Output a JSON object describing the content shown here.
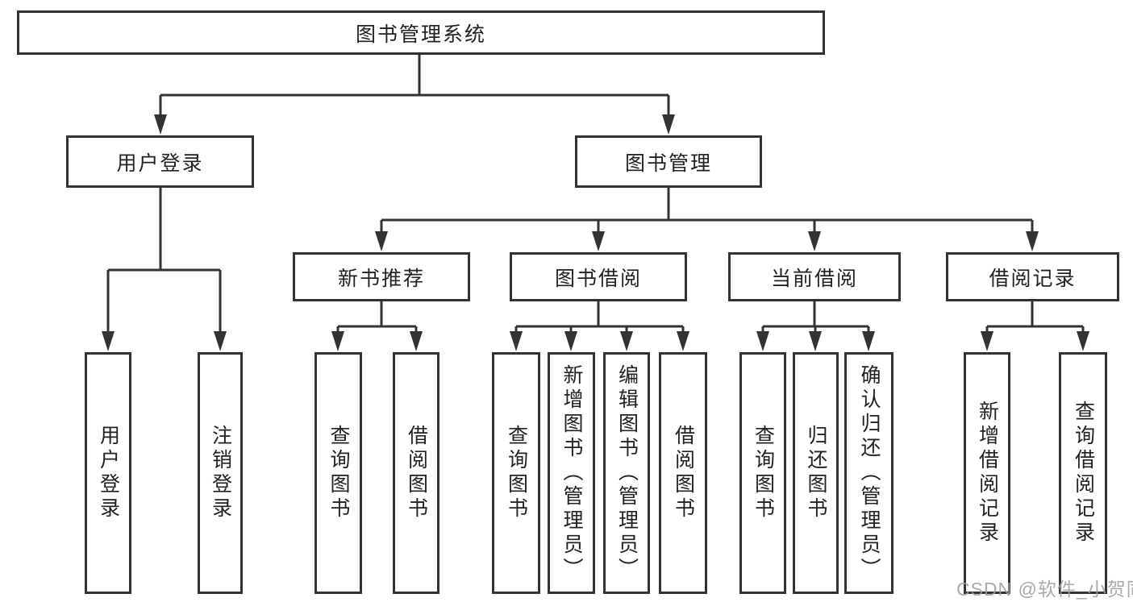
{
  "tree": {
    "root": "图书管理系统",
    "branches": [
      {
        "label": "用户登录",
        "children": [
          "用户登录",
          "注销登录"
        ]
      },
      {
        "label": "图书管理",
        "children": [
          {
            "label": "新书推荐",
            "children": [
              "查询图书",
              "借阅图书"
            ]
          },
          {
            "label": "图书借阅",
            "children": [
              "查询图书",
              "新增图书（管理员）",
              "编辑图书（管理员）",
              "借阅图书"
            ]
          },
          {
            "label": "当前借阅",
            "children": [
              "查询图书",
              "归还图书",
              "确认归还（管理员）"
            ]
          },
          {
            "label": "借阅记录",
            "children": [
              "新增借阅记录",
              "查询借阅记录"
            ]
          }
        ]
      }
    ]
  },
  "watermark": {
    "text": "CSDN @软件_小贺同学"
  },
  "colors": {
    "line": "#333333",
    "box_border": "#333333",
    "text": "#222222",
    "background": "#ffffff",
    "watermark": "#9e9e9e"
  }
}
